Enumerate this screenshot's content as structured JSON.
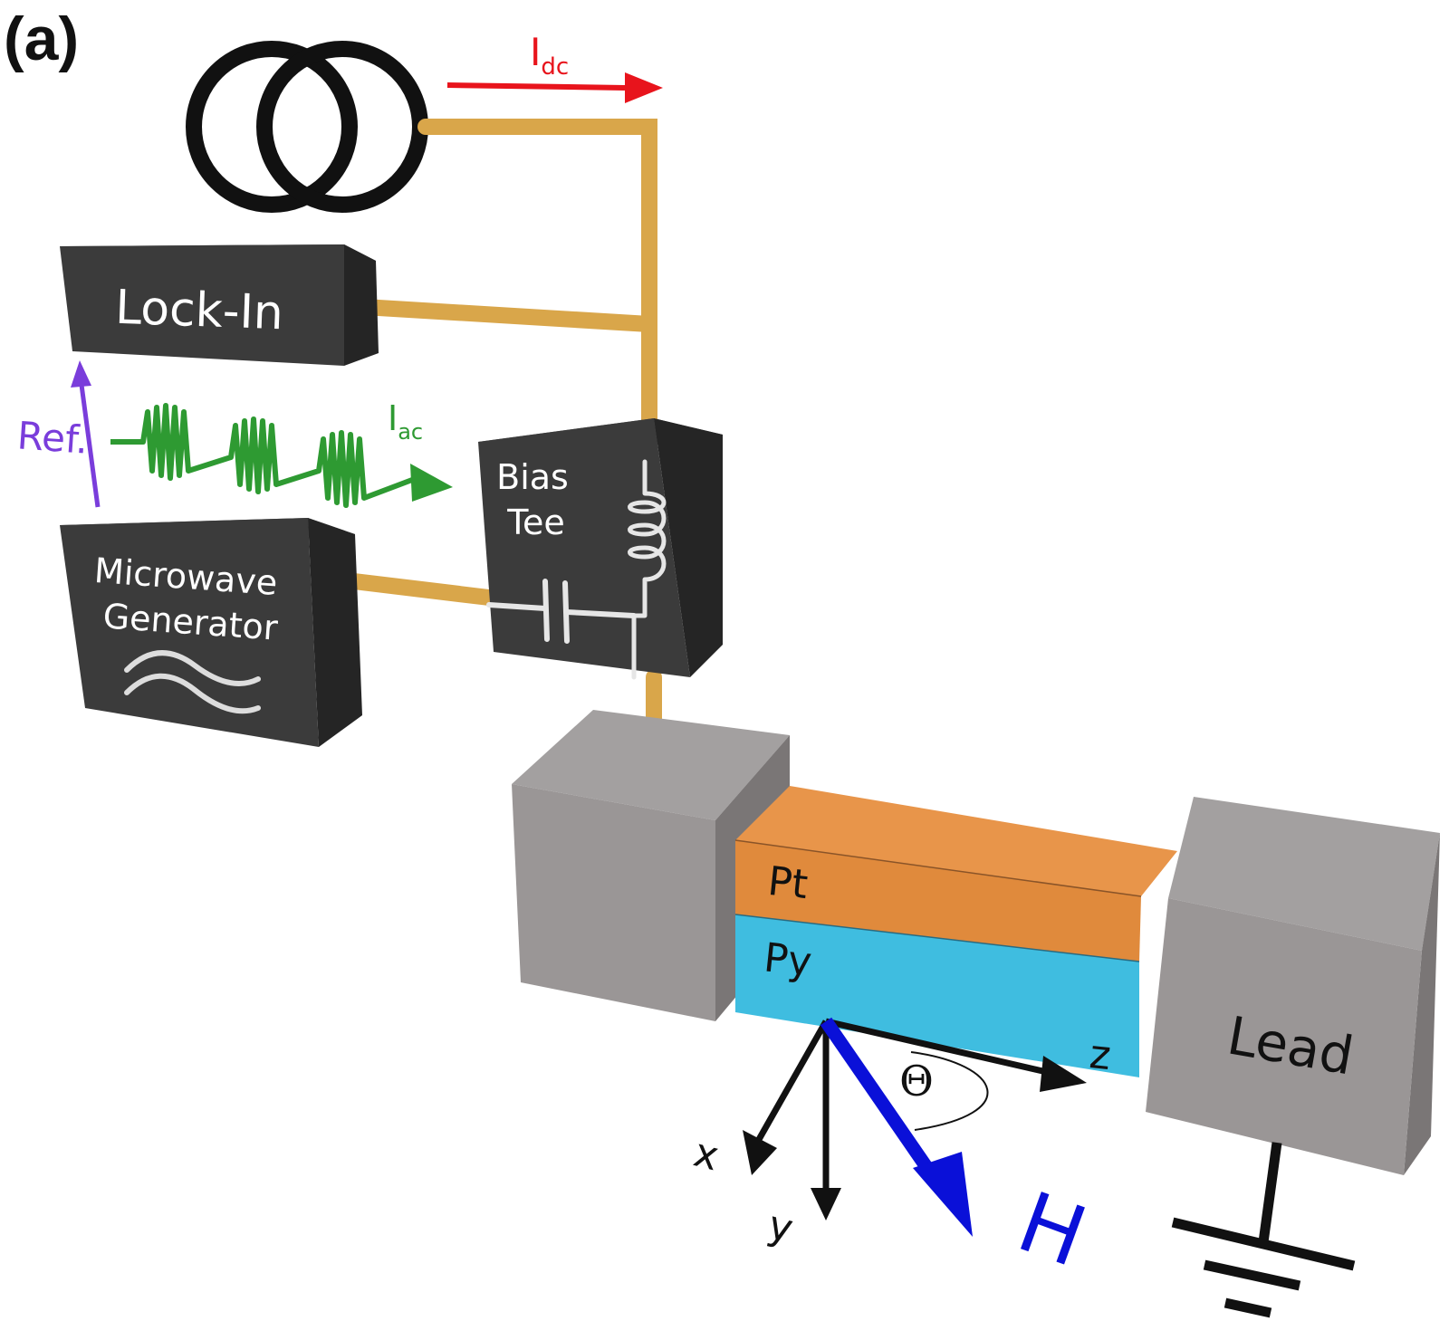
{
  "panel_label": "(a)",
  "current_dc": {
    "symbol": "I",
    "subscript": "dc",
    "color": "#e8141c"
  },
  "current_ac": {
    "symbol": "I",
    "subscript": "ac",
    "color": "#2e9a32"
  },
  "reference": {
    "label": "Ref.",
    "color": "#7a3ddb"
  },
  "lock_in": {
    "label": "Lock-In"
  },
  "microwave_generator": {
    "line1": "Microwave",
    "line2": "Generator"
  },
  "bias_tee": {
    "line1": "Bias",
    "line2": "Tee"
  },
  "layers": {
    "top": {
      "label": "Pt",
      "color": "#e08a3c"
    },
    "bottom": {
      "label": "Py",
      "color": "#3fbde0"
    }
  },
  "lead": {
    "label": "Lead"
  },
  "axes": {
    "x": "x",
    "y": "y",
    "z": "z",
    "angle": "Θ"
  },
  "field": {
    "label": "H",
    "color": "#0a10d8"
  },
  "colors": {
    "box_dark": "#3b3b3b",
    "block_gray": "#9a9696",
    "cable": "#d9a64a"
  }
}
